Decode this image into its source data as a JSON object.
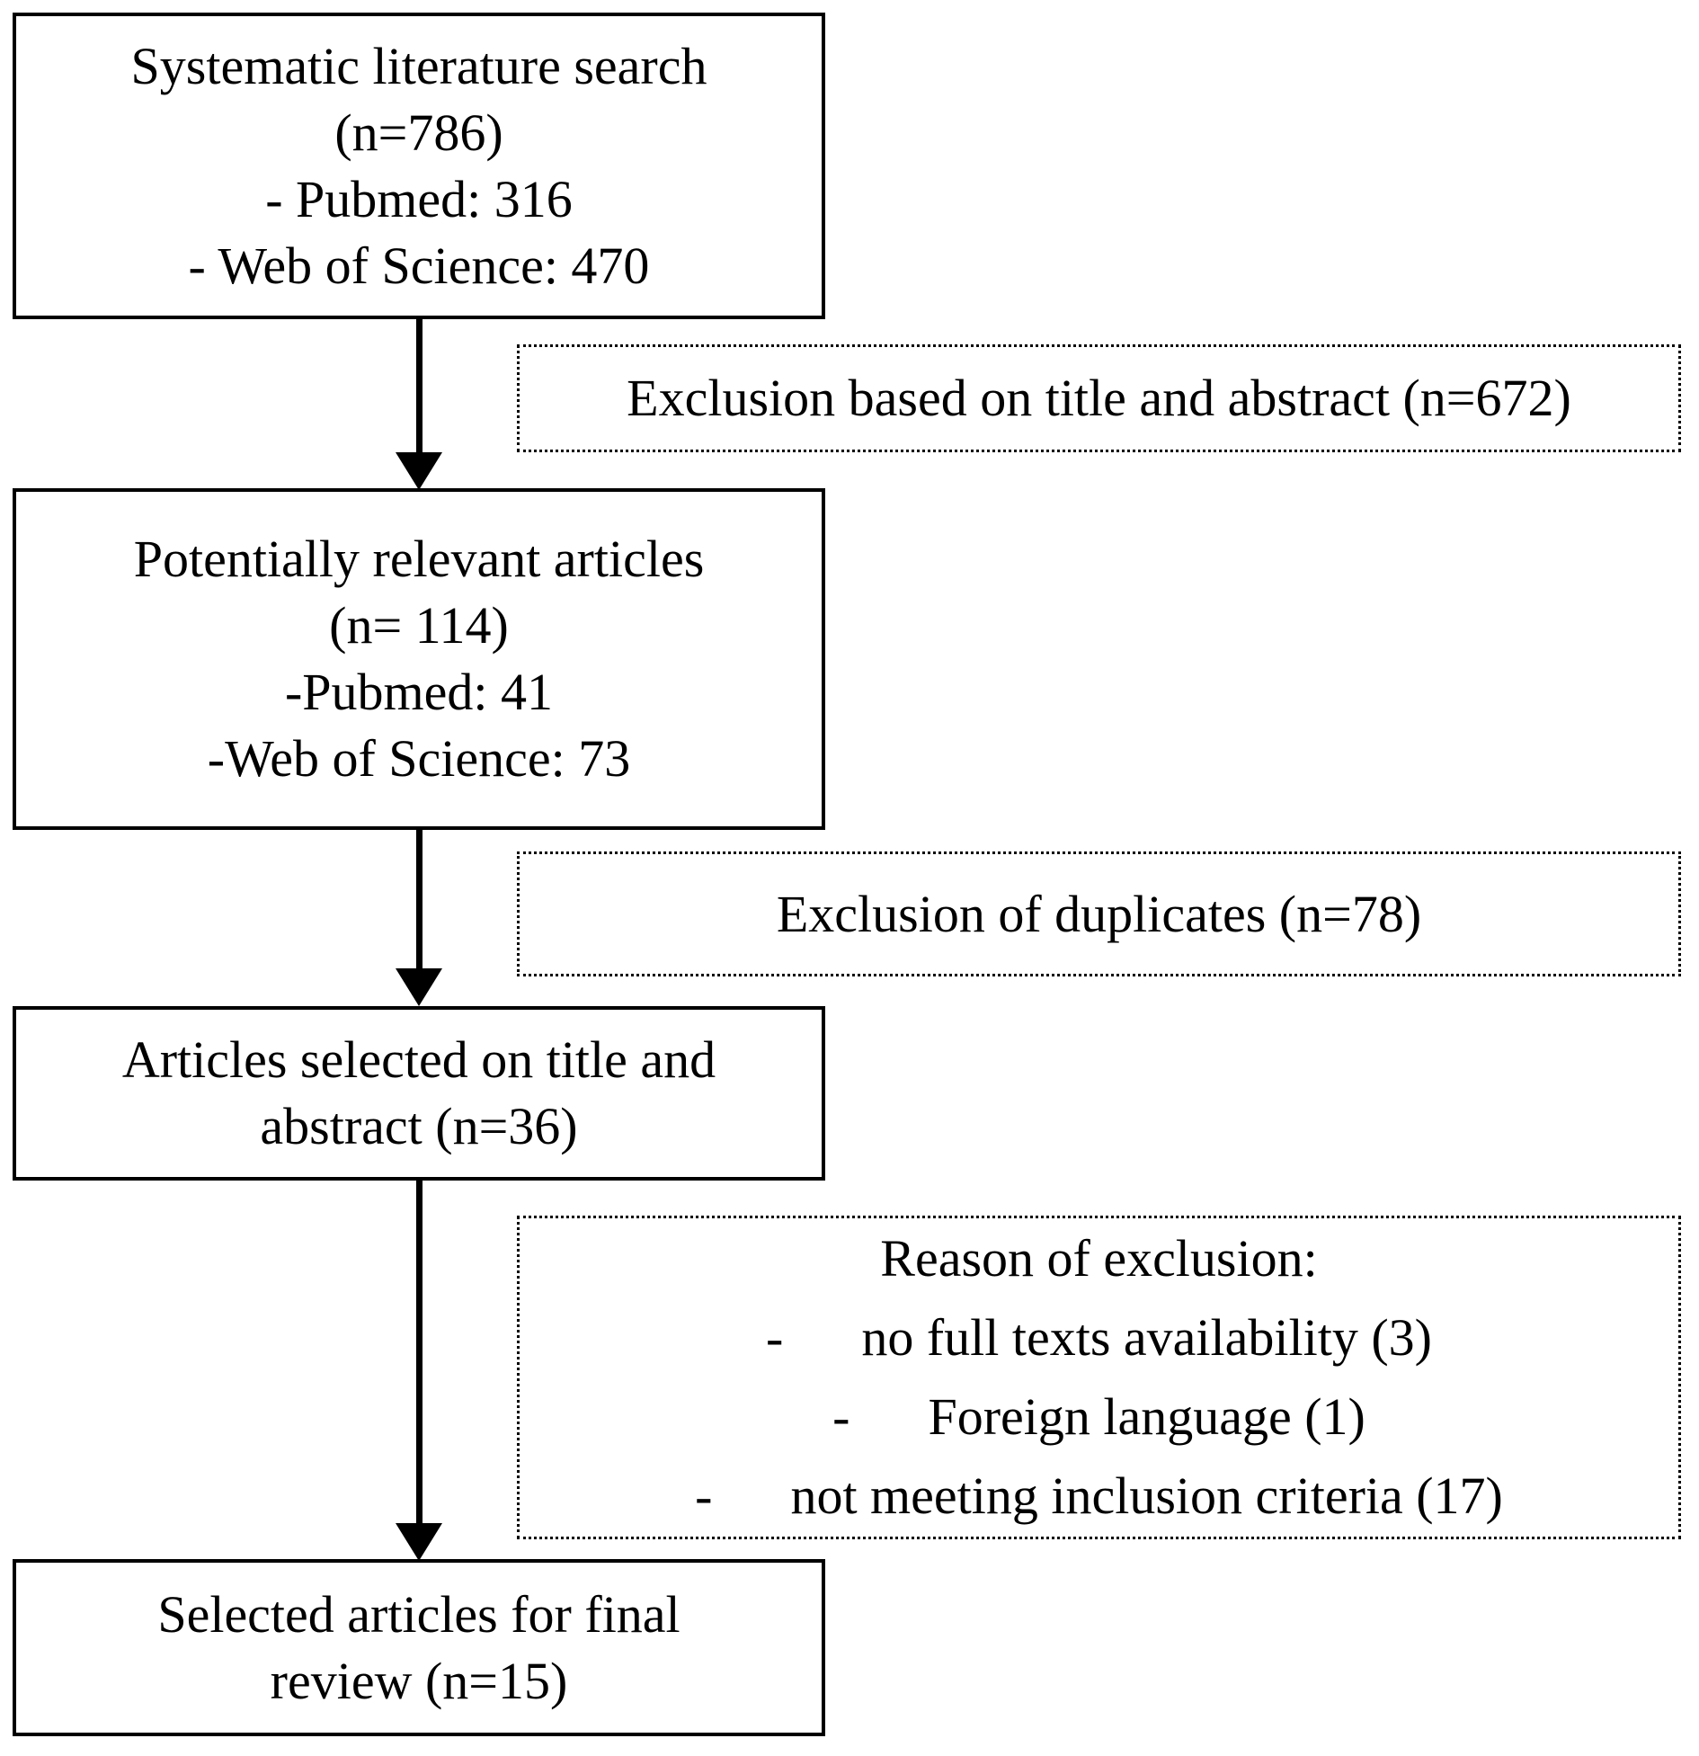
{
  "colors": {
    "background": "#ffffff",
    "line": "#000000",
    "text": "#000000"
  },
  "flow": {
    "box1": {
      "lines": [
        "Systematic literature search",
        "(n=786)",
        "- Pubmed: 316",
        "- Web of Science: 470"
      ]
    },
    "exclusion1": {
      "lines": [
        "Exclusion based on title and abstract (n=672)"
      ]
    },
    "box2": {
      "lines": [
        "Potentially relevant articles",
        "(n= 114)",
        "-Pubmed: 41",
        "-Web of Science: 73"
      ]
    },
    "exclusion2": {
      "lines": [
        "Exclusion of duplicates (n=78)"
      ]
    },
    "box3": {
      "lines": [
        "Articles selected on title and",
        "abstract (n=36)"
      ]
    },
    "exclusion3": {
      "lines": [
        "Reason of exclusion:",
        "-      no full texts availability (3)",
        "-      Foreign language (1)",
        "-      not meeting inclusion criteria (17)"
      ]
    },
    "box4": {
      "lines": [
        "Selected articles for final",
        "review (n=15)"
      ]
    }
  }
}
